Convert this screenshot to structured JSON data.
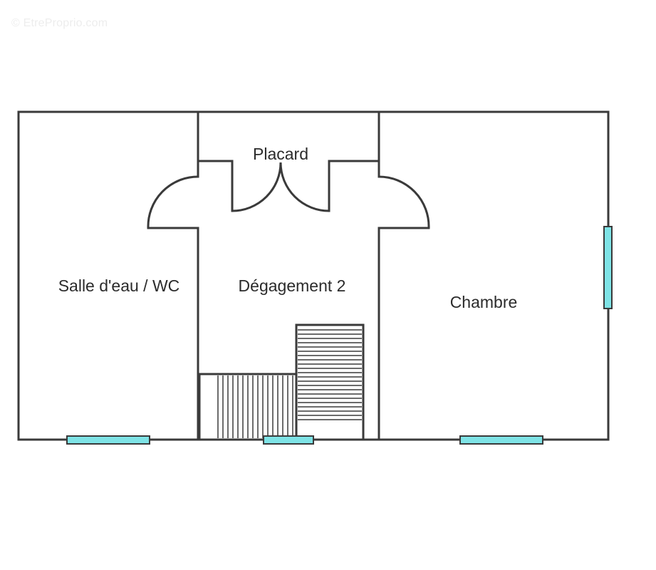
{
  "watermark": "© EtreProprio.com",
  "rooms": {
    "salle_deau": "Salle d'eau / WC",
    "placard": "Placard",
    "degagement": "Dégagement 2",
    "chambre": "Chambre"
  },
  "colors": {
    "wall": "#3a3a3a",
    "window": "#7ee3e6",
    "background": "#ffffff"
  }
}
